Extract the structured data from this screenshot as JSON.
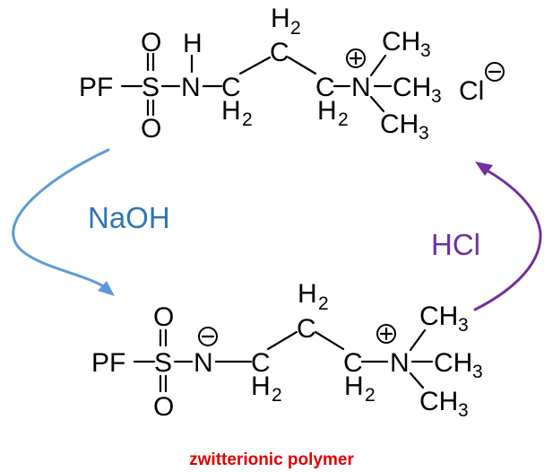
{
  "colors": {
    "naoh_arrow": "#5b9bd5",
    "naoh_text": "#2e75b6",
    "hcl_arrow": "#7030a0",
    "hcl_text": "#7030a0",
    "caption": "#e00000"
  },
  "reagents": {
    "base": "NaOH",
    "acid": "HCl"
  },
  "top_molecule": {
    "pf": "PF",
    "s": "S",
    "o_top": "O",
    "o_bottom": "O",
    "n_amide": "N",
    "h_amide": "H",
    "c1": "C",
    "c1_h": "H",
    "c1_sub": "2",
    "c2": "C",
    "c2_h": "H",
    "c2_sub": "2",
    "c3": "C",
    "c3_h": "H",
    "c3_sub": "2",
    "n_ammonium": "N",
    "me1": "CH",
    "me1_sub": "3",
    "me2": "CH",
    "me2_sub": "3",
    "me3": "CH",
    "me3_sub": "3",
    "counterion": "Cl",
    "charge_ammonium": "plus",
    "charge_counterion": "minus"
  },
  "bottom_molecule": {
    "pf": "PF",
    "s": "S",
    "o_top": "O",
    "o_bottom": "O",
    "n_amide": "N",
    "c1": "C",
    "c1_h": "H",
    "c1_sub": "2",
    "c2": "C",
    "c2_h": "H",
    "c2_sub": "2",
    "c3": "C",
    "c3_h": "H",
    "c3_sub": "2",
    "n_ammonium": "N",
    "me1": "CH",
    "me1_sub": "3",
    "me2": "CH",
    "me2_sub": "3",
    "me3": "CH",
    "me3_sub": "3",
    "charge_amide": "minus",
    "charge_ammonium": "plus"
  },
  "caption": "zwitterionic polymer"
}
